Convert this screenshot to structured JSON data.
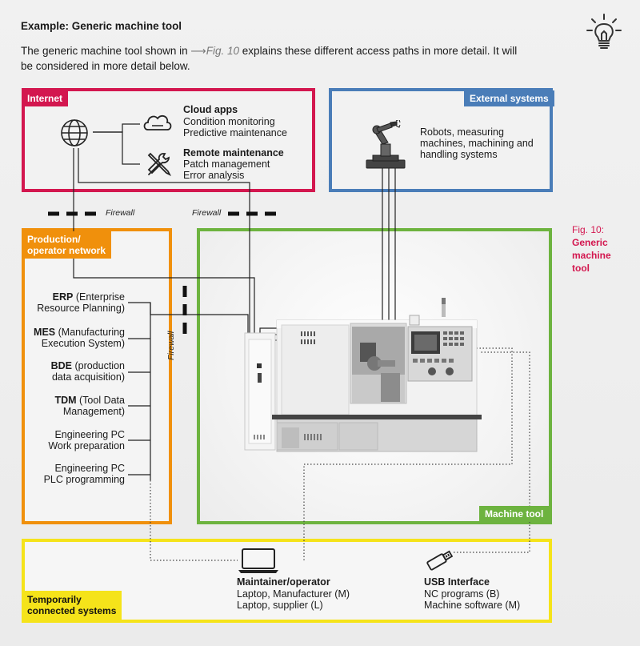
{
  "header": {
    "title": "Example: Generic machine tool",
    "intro_before": "The generic machine tool shown in",
    "intro_arrow": "⟶",
    "intro_ref": "Fig. 10",
    "intro_after": "explains these different access paths in more detail. It will",
    "intro_line2": "be considered in more detail below."
  },
  "figure_caption": {
    "line1": "Fig. 10:",
    "line2": "Generic",
    "line3": "machine",
    "line4": "tool"
  },
  "internet": {
    "label": "Internet",
    "cloud_title": "Cloud apps",
    "cloud_item1": "Condition monitoring",
    "cloud_item2": "Predictive maintenance",
    "remote_title": "Remote maintenance",
    "remote_item1": "Patch management",
    "remote_item2": "Error analysis"
  },
  "external": {
    "label": "External systems",
    "text_line1": "Robots, measuring",
    "text_line2": "machines, machining and",
    "text_line3": "handling systems"
  },
  "firewall": {
    "label": "Firewall"
  },
  "production": {
    "label_line1": "Production/",
    "label_line2": "operator network",
    "erp_bold": "ERP",
    "erp_rest": "(Enterprise",
    "erp_line2": "Resource Planning)",
    "mes_bold": "MES",
    "mes_rest": "(Manufacturing",
    "mes_line2": "Execution System)",
    "bde_bold": "BDE",
    "bde_rest": "(production",
    "bde_line2": "data acquisition)",
    "tdm_bold": "TDM",
    "tdm_rest": "(Tool Data",
    "tdm_line2": "Management)",
    "eng1_line1": "Engineering PC",
    "eng1_line2": "Work preparation",
    "eng2_line1": "Engineering PC",
    "eng2_line2": "PLC programming"
  },
  "machine": {
    "label": "Machine tool"
  },
  "temporary": {
    "label_line1": "Temporarily",
    "label_line2": "connected systems",
    "maint_title": "Maintainer/operator",
    "maint_item1": "Laptop, Manufacturer (M)",
    "maint_item2": "Laptop, supplier (L)",
    "usb_title": "USB Interface",
    "usb_item1": "NC programs (B)",
    "usb_item2": "Machine software (M)"
  },
  "colors": {
    "internet": "#d3174f",
    "external": "#4a7db8",
    "production": "#f0900c",
    "machine": "#6db33f",
    "temporary": "#f5e31a",
    "caption": "#d3174f"
  },
  "icons": [
    "lightbulb-icon",
    "globe-icon",
    "cloud-icon",
    "tools-icon",
    "robot-arm-icon",
    "laptop-icon",
    "usb-stick-icon"
  ]
}
